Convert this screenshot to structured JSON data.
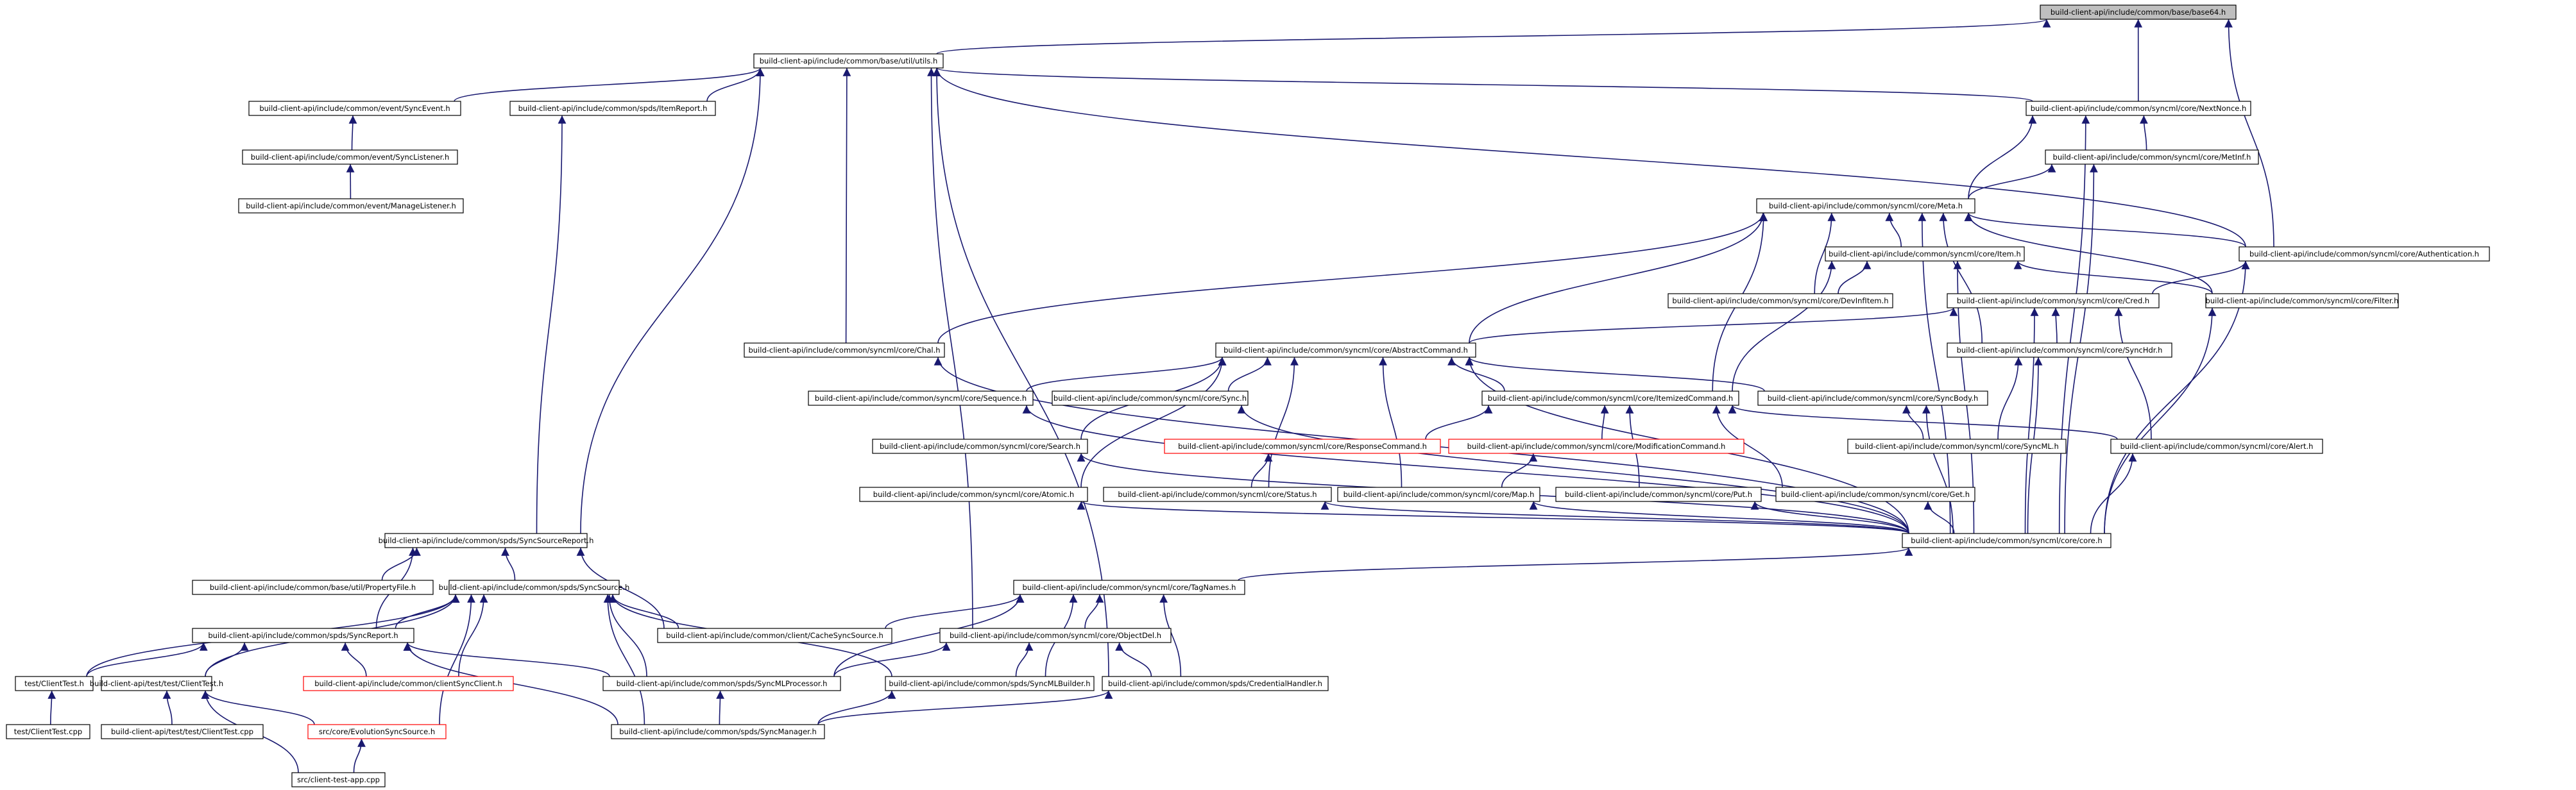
{
  "diagram": {
    "nodes": [
      {
        "id": "base64",
        "label": "build-client-api/include/common/base/base64.h",
        "root": true
      },
      {
        "id": "utils",
        "label": "build-client-api/include/common/base/util/utils.h"
      },
      {
        "id": "syncevent",
        "label": "build-client-api/include/common/event/SyncEvent.h"
      },
      {
        "id": "itemreport",
        "label": "build-client-api/include/common/spds/ItemReport.h"
      },
      {
        "id": "synclistener",
        "label": "build-client-api/include/common/event/SyncListener.h"
      },
      {
        "id": "managelistener",
        "label": "build-client-api/include/common/event/ManageListener.h"
      },
      {
        "id": "nextnonce",
        "label": "build-client-api/include/common/syncml/core/NextNonce.h"
      },
      {
        "id": "metinf",
        "label": "build-client-api/include/common/syncml/core/MetInf.h"
      },
      {
        "id": "meta",
        "label": "build-client-api/include/common/syncml/core/Meta.h"
      },
      {
        "id": "authentication",
        "label": "build-client-api/include/common/syncml/core/Authentication.h"
      },
      {
        "id": "item",
        "label": "build-client-api/include/common/syncml/core/Item.h"
      },
      {
        "id": "devinfitem",
        "label": "build-client-api/include/common/syncml/core/DevInfItem.h"
      },
      {
        "id": "filter",
        "label": "build-client-api/include/common/syncml/core/Filter.h"
      },
      {
        "id": "cred",
        "label": "build-client-api/include/common/syncml/core/Cred.h"
      },
      {
        "id": "chal",
        "label": "build-client-api/include/common/syncml/core/Chal.h"
      },
      {
        "id": "abstractcommand",
        "label": "build-client-api/include/common/syncml/core/AbstractCommand.h"
      },
      {
        "id": "synchdr",
        "label": "build-client-api/include/common/syncml/core/SyncHdr.h"
      },
      {
        "id": "sequence",
        "label": "build-client-api/include/common/syncml/core/Sequence.h"
      },
      {
        "id": "sync",
        "label": "build-client-api/include/common/syncml/core/Sync.h"
      },
      {
        "id": "itemizedcommand",
        "label": "build-client-api/include/common/syncml/core/ItemizedCommand.h"
      },
      {
        "id": "syncbody",
        "label": "build-client-api/include/common/syncml/core/SyncBody.h"
      },
      {
        "id": "search",
        "label": "build-client-api/include/common/syncml/core/Search.h"
      },
      {
        "id": "responsecommand",
        "label": "build-client-api/include/common/syncml/core/ResponseCommand.h",
        "red": true
      },
      {
        "id": "modificationcommand",
        "label": "build-client-api/include/common/syncml/core/ModificationCommand.h",
        "red": true
      },
      {
        "id": "syncml",
        "label": "build-client-api/include/common/syncml/core/SyncML.h"
      },
      {
        "id": "alert",
        "label": "build-client-api/include/common/syncml/core/Alert.h"
      },
      {
        "id": "atomic",
        "label": "build-client-api/include/common/syncml/core/Atomic.h"
      },
      {
        "id": "status",
        "label": "build-client-api/include/common/syncml/core/Status.h"
      },
      {
        "id": "map",
        "label": "build-client-api/include/common/syncml/core/Map.h"
      },
      {
        "id": "put",
        "label": "build-client-api/include/common/syncml/core/Put.h"
      },
      {
        "id": "get",
        "label": "build-client-api/include/common/syncml/core/Get.h"
      },
      {
        "id": "core",
        "label": "build-client-api/include/common/syncml/core/core.h"
      },
      {
        "id": "syncsourcereport",
        "label": "build-client-api/include/common/spds/SyncSourceReport.h"
      },
      {
        "id": "tagnames",
        "label": "build-client-api/include/common/syncml/core/TagNames.h"
      },
      {
        "id": "propertyfile",
        "label": "build-client-api/include/common/base/util/PropertyFile.h"
      },
      {
        "id": "syncsource",
        "label": "build-client-api/include/common/spds/SyncSource.h"
      },
      {
        "id": "cachesyncsource",
        "label": "build-client-api/include/common/client/CacheSyncSource.h"
      },
      {
        "id": "objectdel",
        "label": "build-client-api/include/common/syncml/core/ObjectDel.h"
      },
      {
        "id": "syncreport",
        "label": "build-client-api/include/common/spds/SyncReport.h"
      },
      {
        "id": "clienttest_h",
        "label": "test/ClientTest.h"
      },
      {
        "id": "bcatest_clienttest_h",
        "label": "build-client-api/test/test/ClientTest.h"
      },
      {
        "id": "dmtclient",
        "label": "build-client-api/include/common/clientSyncClient.h",
        "red": true
      },
      {
        "id": "syncmlprocessor",
        "label": "build-client-api/include/common/spds/SyncMLProcessor.h"
      },
      {
        "id": "syncmlbuilder",
        "label": "build-client-api/include/common/spds/SyncMLBuilder.h"
      },
      {
        "id": "credentialhandler",
        "label": "build-client-api/include/common/spds/CredentialHandler.h"
      },
      {
        "id": "clienttest_cpp",
        "label": "test/ClientTest.cpp"
      },
      {
        "id": "bcatest_clienttest_cpp",
        "label": "build-client-api/test/test/ClientTest.cpp"
      },
      {
        "id": "evolutionsyncsource",
        "label": "src/core/EvolutionSyncSource.h",
        "red": true
      },
      {
        "id": "syncmanager",
        "label": "build-client-api/include/common/spds/SyncManager.h"
      },
      {
        "id": "clienttestapp",
        "label": "src/client-test-app.cpp"
      }
    ]
  }
}
